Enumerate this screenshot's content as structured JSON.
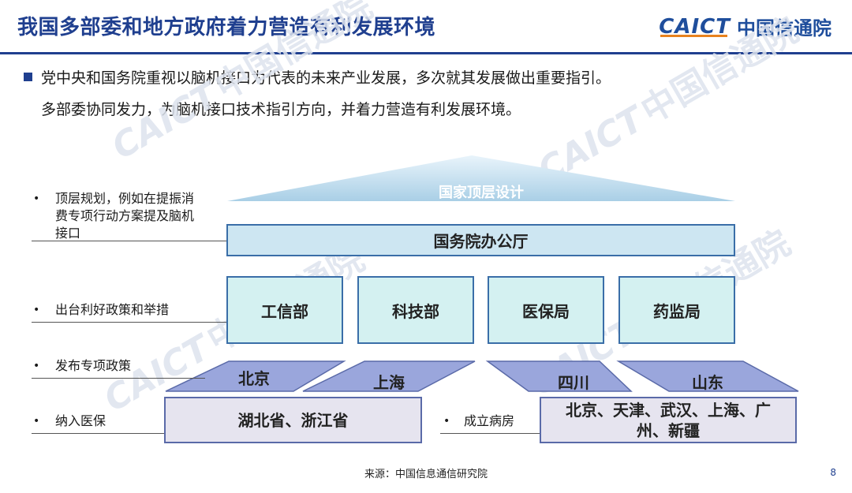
{
  "header": {
    "title": "我国多部委和地方政府着力营造有利发展环境",
    "logo_en": "CAICT",
    "logo_cn": "中国信通院"
  },
  "intro": {
    "line1": "党中央和国务院重视以脑机接口为代表的未来产业发展，多次就其发展做出重要指引。",
    "line2": "多部委协同发力，为脑机接口技术指引方向，并着力营造有利发展环境。"
  },
  "watermark": {
    "en": "CAICT",
    "cn": "中国信通院"
  },
  "labels": {
    "top_planning": "顶层规划，例如在提振消费专项行动方案提及脑机接口",
    "policies": "出台利好政策和举措",
    "special": "发布专项政策",
    "insurance": "纳入医保",
    "wards": "成立病房"
  },
  "diagram": {
    "roof": "国家顶层设计",
    "state_council": "国务院办公厅",
    "ministries": [
      "工信部",
      "科技部",
      "医保局",
      "药监局"
    ],
    "provinces": [
      "北京",
      "上海",
      "四川",
      "山东"
    ],
    "insurance_regions": "湖北省、浙江省",
    "ward_cities": "北京、天津、武汉、上海、广州、新疆"
  },
  "footer": {
    "source": "来源：中国信息通信研究院",
    "page": "8"
  },
  "colors": {
    "primary": "#1f3f8f",
    "cyan_fill": "#d4f1f1",
    "lavender_fill": "#e6e4ef",
    "parallelogram_fill": "#9aa6dc"
  }
}
